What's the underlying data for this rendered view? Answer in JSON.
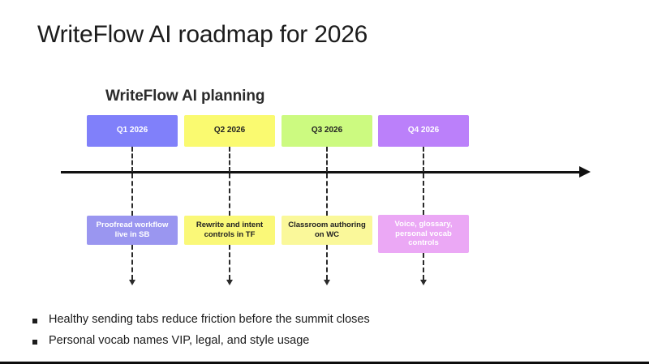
{
  "slide": {
    "title": "WriteFlow AI roadmap for 2026",
    "chart_title": "WriteFlow AI planning"
  },
  "chart_data": {
    "type": "timeline",
    "title": "WriteFlow AI planning",
    "axis_label": "",
    "grid": false,
    "legend": "none",
    "categories": [
      "Q1 2026",
      "Q2 2026",
      "Q3 2026",
      "Q4 2026"
    ],
    "milestones": [
      {
        "period": "Q1 2026",
        "deliverable": "Proofread workflow live in SB",
        "top_color": "#8080FA",
        "top_text_color": "#FFFFFF",
        "bottom_color": "#9A96F0",
        "bottom_text_color": "#FFFFFF"
      },
      {
        "period": "Q2 2026",
        "deliverable": "Rewrite and intent controls in TF",
        "top_color": "#FAFA70",
        "top_text_color": "#222222",
        "bottom_color": "#FAF878",
        "bottom_text_color": "#222222"
      },
      {
        "period": "Q3 2026",
        "deliverable": "Classroom authoring on WC",
        "top_color": "#CCFA80",
        "top_text_color": "#222222",
        "bottom_color": "#FAF89A",
        "bottom_text_color": "#222222"
      },
      {
        "period": "Q4 2026",
        "deliverable": "Voice, glossary, personal vocab controls",
        "top_color": "#BB80FA",
        "top_text_color": "#FFFFFF",
        "bottom_color": "#EBA8F5",
        "bottom_text_color": "#FFFFFF"
      }
    ]
  },
  "bullets": [
    "Healthy sending tabs reduce friction before the summit closes",
    "Personal vocab names VIP, legal, and style usage"
  ]
}
